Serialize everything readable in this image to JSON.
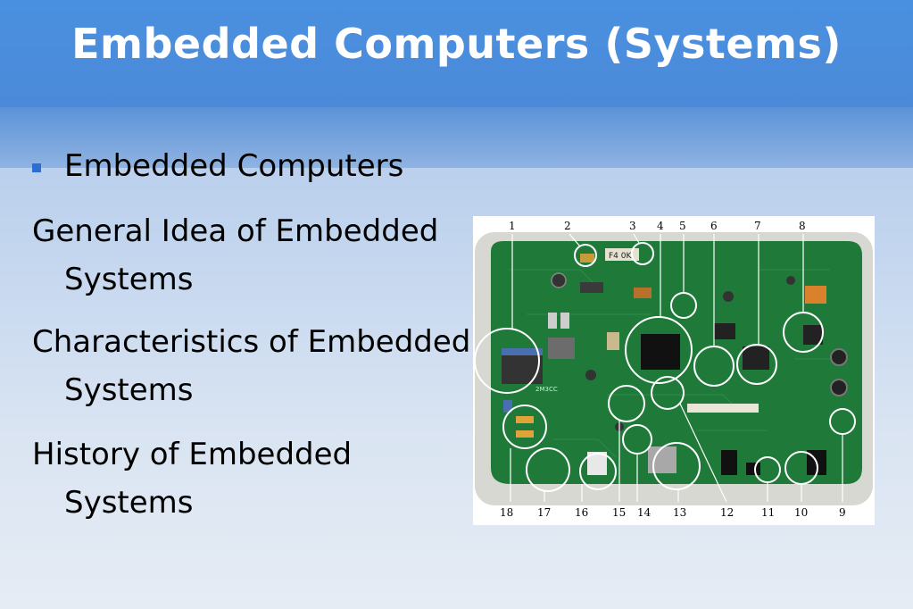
{
  "slide": {
    "title": "Embedded Computers (Systems)",
    "bullet": "Embedded Computers",
    "items": [
      "General Idea of Embedded Systems",
      "Characteristics of Embedded Systems",
      "History of Embedded Systems"
    ]
  },
  "figure": {
    "top_labels": [
      "1",
      "2",
      "3",
      "4",
      "5",
      "6",
      "7",
      "8"
    ],
    "bottom_labels": [
      "18",
      "17",
      "16",
      "15",
      "14",
      "13",
      "12",
      "11",
      "10",
      "9"
    ],
    "board_text": "F4 0K",
    "chip_text": "2M3CC",
    "colors": {
      "board_green": "#1f7a3a",
      "frame": "#d8d8d2",
      "circle": "#ffffff"
    }
  },
  "theme": {
    "title_bar": "#4a8ddc",
    "bullet_color": "#2d6fd0"
  }
}
